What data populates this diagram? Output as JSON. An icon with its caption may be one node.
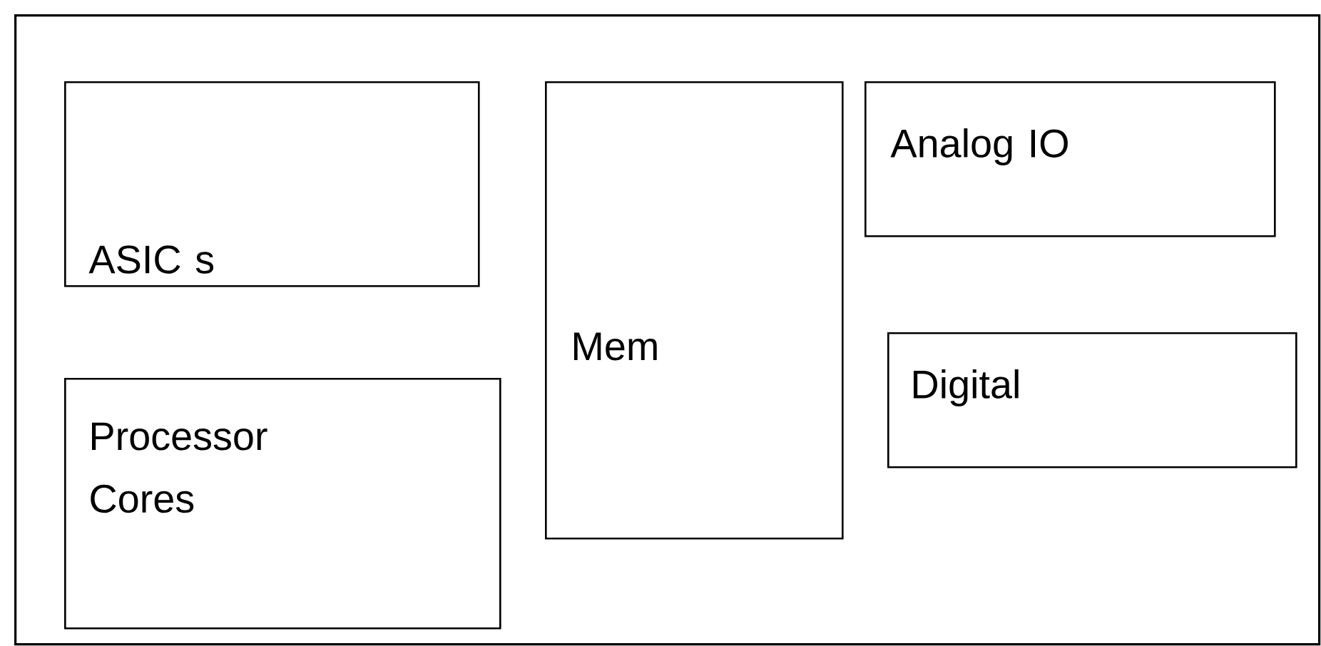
{
  "diagram": {
    "nodes": [
      {
        "text": [],
        "shape": "box"
      },
      {
        "text": [
          "ASIC s"
        ],
        "in": 0
      },
      {
        "text": [
          "Processor Cores"
        ],
        "in": 0
      },
      {
        "text": [
          "Mem"
        ],
        "in": 0
      },
      {
        "text": [
          "Analog IO"
        ],
        "in": 0
      },
      {
        "text": [
          "Digital"
        ],
        "in": 0
      }
    ]
  }
}
